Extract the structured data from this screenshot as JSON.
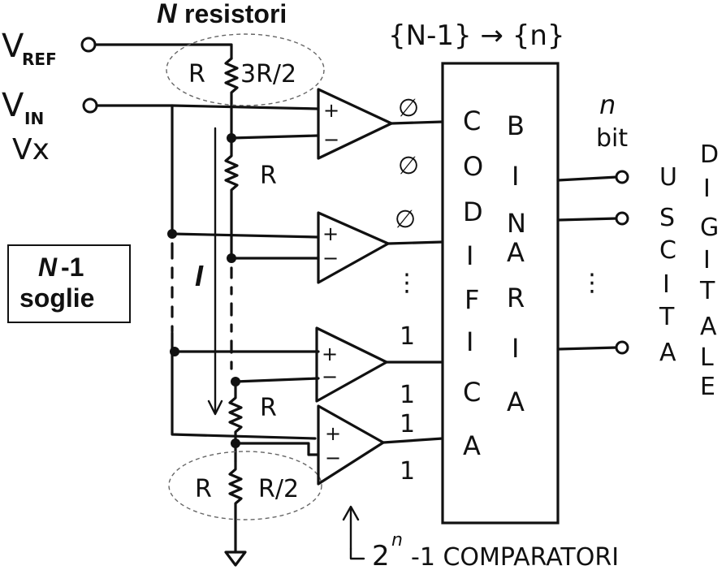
{
  "labels": {
    "vref": "V",
    "vref_sub": "REF",
    "vin": "V",
    "vin_sub": "IN",
    "vx": "Vx",
    "n_resistori": "resistori",
    "n_resistori_italic": "N",
    "soglie_n": "N",
    "soglie_rest": "-1",
    "soglie_word": "soglie",
    "mapping": "{N-1} → {n}",
    "n_bit_n": "n",
    "n_bit_bit": "bit",
    "current": "I",
    "comparatori_exp_base": "2",
    "comparatori_exp": "n",
    "comparatori_rest": "-1  COMPARATORI"
  },
  "resistors": {
    "top_left": "R",
    "top_right": "3R/2",
    "middle": "R",
    "lower": "R",
    "bottom_left": "R",
    "bottom_right": "R/2"
  },
  "comparator_inputs": {
    "plus": "+",
    "minus": "−"
  },
  "comparator_outputs": [
    "∅",
    "∅",
    "∅",
    "⋮",
    "1",
    "1",
    "1",
    "1"
  ],
  "codifica": [
    "C",
    "O",
    "D",
    "I",
    "F",
    "I",
    "C",
    "A"
  ],
  "binaria": [
    "B",
    "I",
    "N",
    "A",
    "R",
    "I",
    "A"
  ],
  "uscita": [
    "U",
    "S",
    "C",
    "I",
    "T",
    "A"
  ],
  "digitale": [
    "D",
    "I",
    "G",
    "I",
    "T",
    "A",
    "L",
    "E"
  ],
  "ellipsis": "⋮"
}
